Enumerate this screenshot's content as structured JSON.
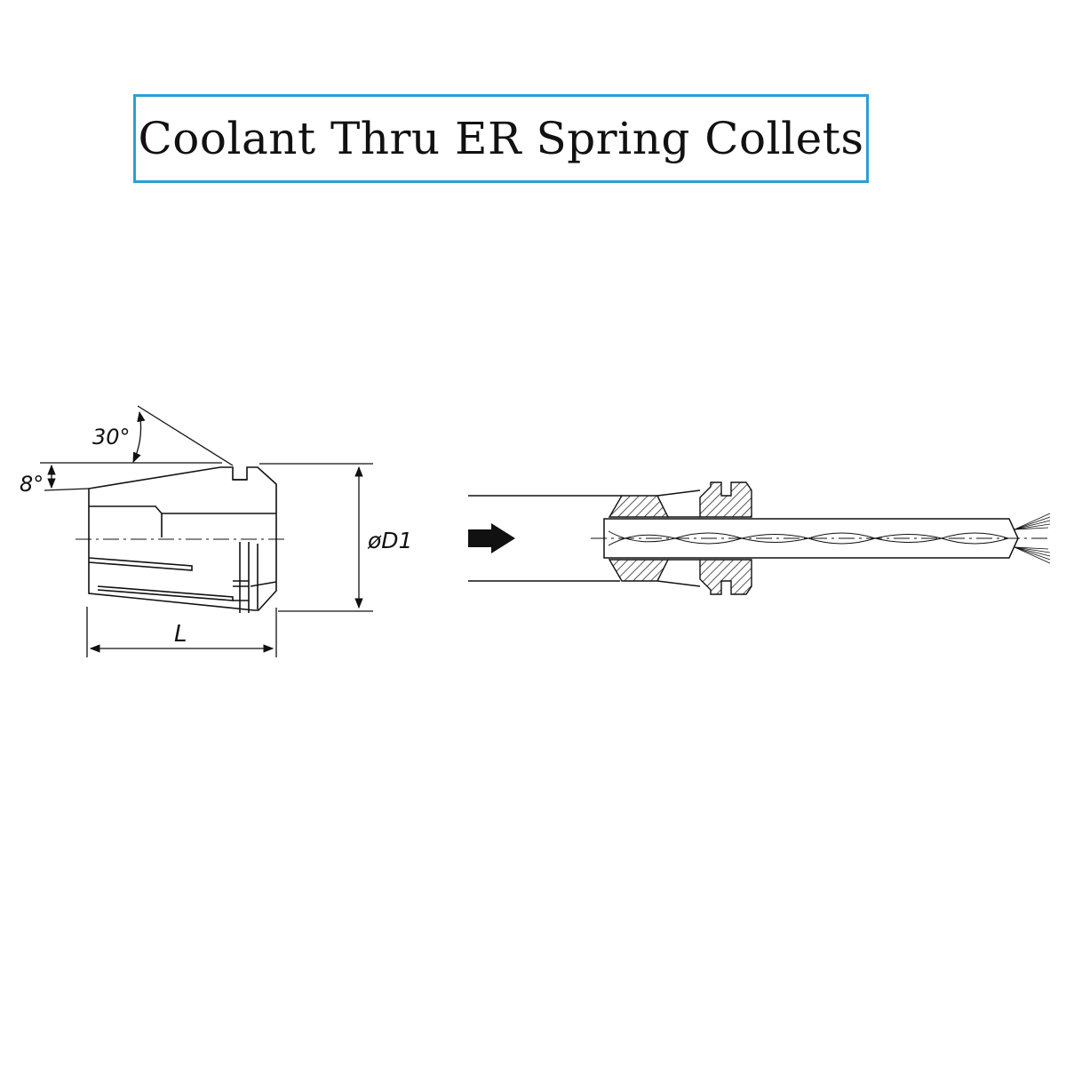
{
  "title": "Coolant Thru ER Spring Collets",
  "labels": {
    "angle_top": "30°",
    "angle_side": "8°",
    "diameter": "øD1",
    "length": "L"
  },
  "colors": {
    "title_border": "#2a9fd6",
    "line": "#111111"
  },
  "icons": [
    "arrow-right-icon",
    "coolant-spray-icon"
  ]
}
